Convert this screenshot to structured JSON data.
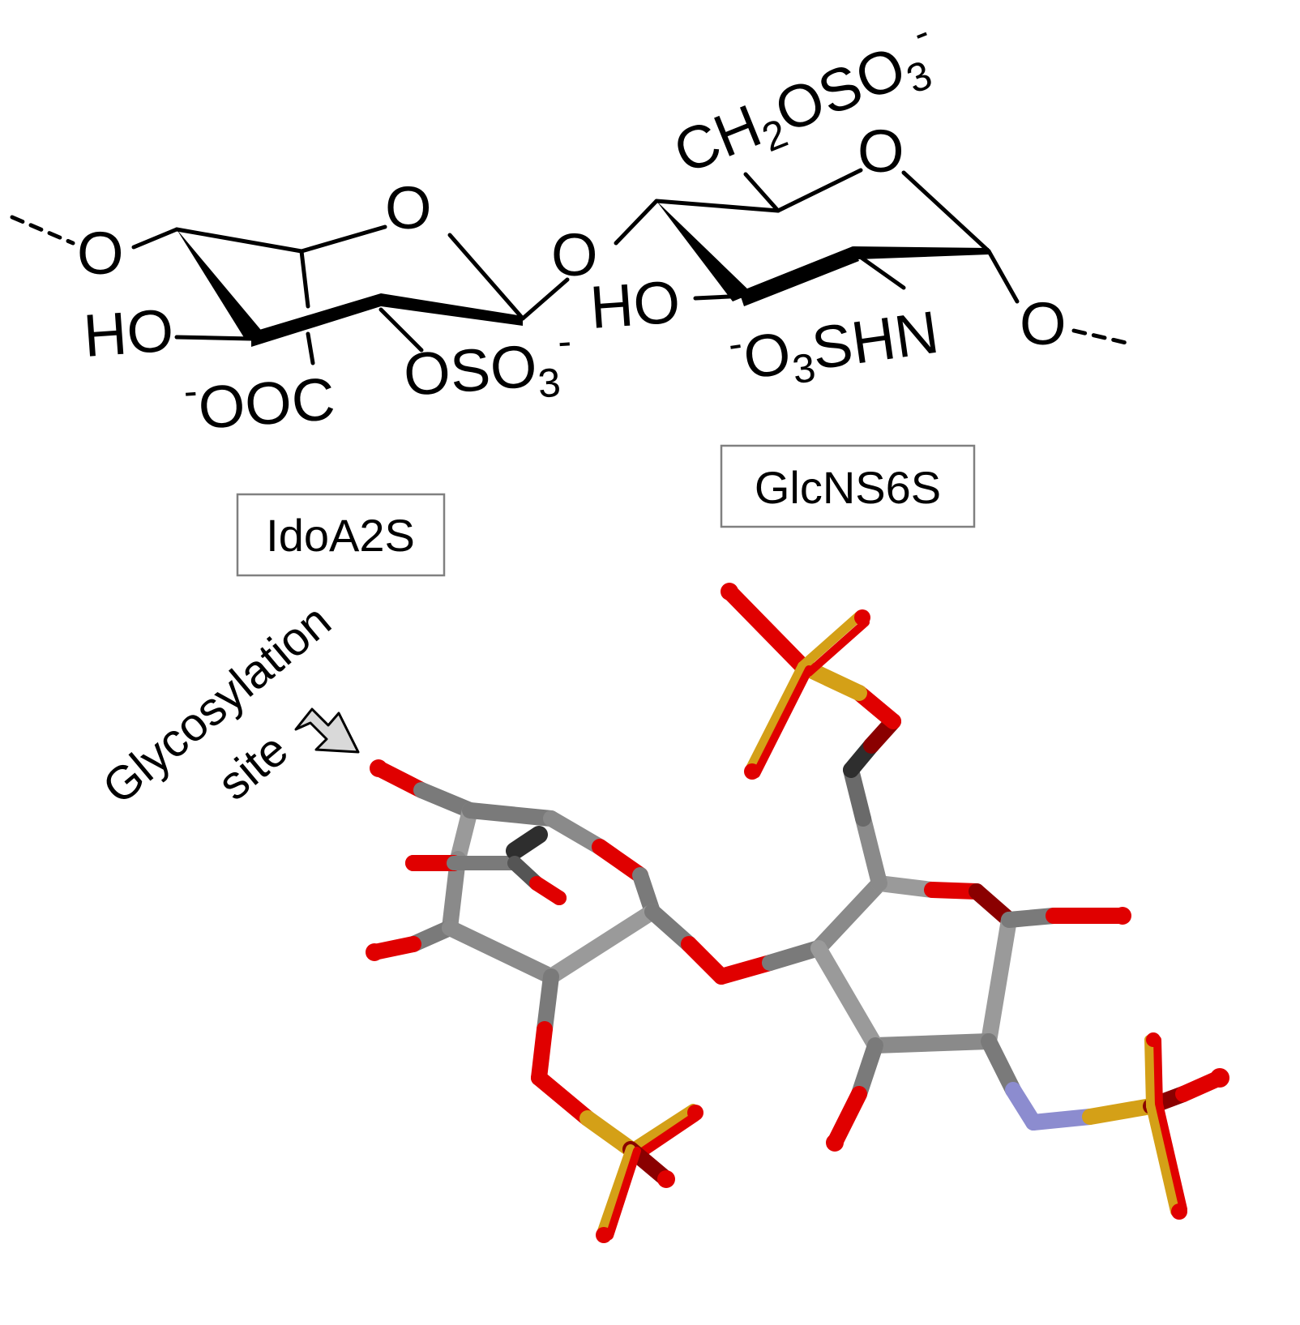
{
  "structure": {
    "ring1_oxygen": "O",
    "ring2_oxygen": "O",
    "linkage_oxygen": "O",
    "left_terminal_oxygen": "O",
    "right_terminal_oxygen": "O",
    "ido_hydroxyl": "HO",
    "glc_hydroxyl": "HO",
    "carboxylate": {
      "charge": "-",
      "text": "OOC"
    },
    "ido_sulfate": {
      "text": "OSO",
      "subscript": "3",
      "charge": "-"
    },
    "glc_sulfamate": {
      "charge": "-",
      "prefix": "O",
      "subscript": "3",
      "text": "SHN"
    },
    "glc_6_sulfate": {
      "part1": "CH",
      "sub1": "2",
      "part2": "OSO",
      "sub2": "3",
      "charge": "-"
    }
  },
  "labels": {
    "residue_left": "IdoA2S",
    "residue_right": "GlcNS6S"
  },
  "annotation": {
    "line1": "Glycosylation",
    "line2": "site"
  },
  "colors": {
    "carbon": "#7a7a7a",
    "carbon_dark": "#3a3a3a",
    "oxygen": "#e00000",
    "oxygen_dark": "#8a0000",
    "sulfur": "#d4a017",
    "nitrogen": "#8c8ccf",
    "box_border": "#808080",
    "arrow_fill": "#d9d9d9"
  }
}
